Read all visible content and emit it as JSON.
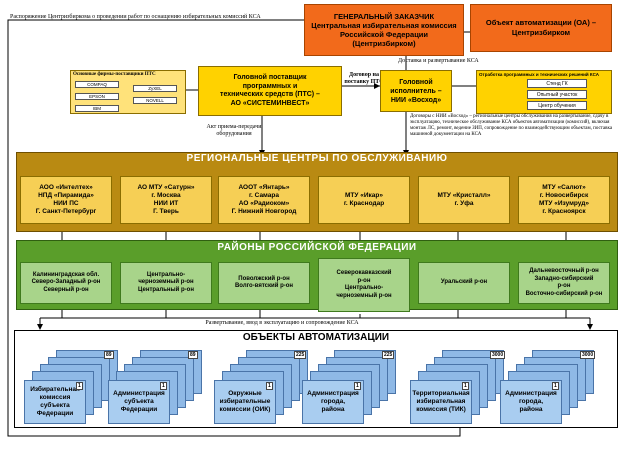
{
  "customer": {
    "label": "ГЕНЕРАЛЬНЫЙ ЗАКАЗЧИК",
    "line1": "Центральная избирательная комиссия",
    "line2": "Российской Федерации",
    "line3": "(Центризбирком)"
  },
  "automation_object": {
    "line1": "Объект автоматизации (ОА) –",
    "line2": "Центризбирком"
  },
  "top_note": "Распоряжение Центризбиркома о проведении работ по оснащению избирательных комиссий КСА",
  "delivery_note": "Доставка и развертывание КСА",
  "suppliers": {
    "title": "Основные фирмы-поставщики ПТС",
    "items": [
      "COMPAQ",
      "ZyXEL",
      "EPSON",
      "NOVELL",
      "IBM"
    ]
  },
  "general_supplier": {
    "line1": "Головной поставщик",
    "line2": "программных и",
    "line3": "технических средств (ПТС) –",
    "line4": "АО «СИСТЕМИНВЕСТ»"
  },
  "contract_note": "Договор на поставку ПТС",
  "general_contractor": {
    "line1": "Головной",
    "line2": "исполнитель –",
    "line3": "НИИ «Восход»"
  },
  "testing": {
    "title": "Отработка программных и технических решений КСА",
    "items": [
      "Стенд ГК",
      "Опытный участок",
      "Центр обучения"
    ]
  },
  "transfer_note": "Акт приема-передачи оборудования",
  "contracts_note": "Договоры с НИИ «Восход» – региональные центры обслуживания на развертывание, сдачу в эксплуатацию, техническое обслуживание КСА объектов автоматизации (комиссий), включая монтаж ЛС, ремонт, ведение ЗИП, сопровождение по взаимодействующим объектам, поставка машинной документации на КСА",
  "service_centers": {
    "title": "РЕГИОНАЛЬНЫЕ   ЦЕНТРЫ   ПО ОБСЛУЖИВАНИЮ",
    "items": [
      {
        "l1": "АОО «Интелтех»",
        "l2": "НПД «Пирамида»",
        "l3": "НИИ ПС",
        "l4": "Г. Санкт-Петербург"
      },
      {
        "l1": "АО МТУ «Сатурн»",
        "l2": "г. Москва",
        "l3": "НИИ ИТ",
        "l4": "Г. Тверь"
      },
      {
        "l1": "АООТ «Янтарь»",
        "l2": "г. Самара",
        "l3": "АО «Радиоком»",
        "l4": "Г. Нижний Новгород"
      },
      {
        "l1": "МТУ «Икар»",
        "l2": "г. Краснодар",
        "l3": "",
        "l4": ""
      },
      {
        "l1": "МТУ «Кристалл»",
        "l2": "г.  Уфа",
        "l3": "",
        "l4": ""
      },
      {
        "l1": "МТУ «Салют»",
        "l2": "г. Новосибирск",
        "l3": "МТУ «Изумруд»",
        "l4": "г. Красноярск"
      }
    ]
  },
  "regions": {
    "title": "РАЙОНЫ    РОССИЙСКОЙ    ФЕДЕРАЦИИ",
    "items": [
      {
        "l1": "Калининградская обл.",
        "l2": "Северо-Западный р-он",
        "l3": "Северный р-он",
        "l4": ""
      },
      {
        "l1": "Центрально-",
        "l2": "черноземный р-он",
        "l3": "Центральный р-он",
        "l4": ""
      },
      {
        "l1": "Поволжский р-он",
        "l2": "Волго-вятский р-он",
        "l3": "",
        "l4": ""
      },
      {
        "l1": "Северокавказский",
        "l2": "р-он",
        "l3": "Центрально-",
        "l4": "черноземный р-он"
      },
      {
        "l1": "Уральский р-он",
        "l2": "",
        "l3": "",
        "l4": ""
      },
      {
        "l1": "Дальневосточный р-он",
        "l2": "Западно-сибирский",
        "l3": "р-он",
        "l4": "Восточно-сибирский р-он"
      }
    ]
  },
  "deploy_note": "Развертывание, ввод в эксплуатацию и сопровождение КСА",
  "objects": {
    "title": "ОБЪЕКТЫ АВТОМАТИЗАЦИИ",
    "items": [
      {
        "l1": "Избирательная",
        "l2": "комиссия",
        "l3": "субъекта",
        "l4": "Федерации",
        "count": "89",
        "front": "1"
      },
      {
        "l1": "Администрация",
        "l2": "субъекта",
        "l3": "Федерации",
        "l4": "",
        "count": "89",
        "front": "1"
      },
      {
        "l1": "Окружные",
        "l2": "избирательные",
        "l3": "комиссии (ОИК)",
        "l4": "",
        "count": "225",
        "front": "1"
      },
      {
        "l1": "Администрация",
        "l2": "города,",
        "l3": "района",
        "l4": "",
        "count": "225",
        "front": "1"
      },
      {
        "l1": "Территориальная",
        "l2": "избирательная",
        "l3": "комиссия (ТИК)",
        "l4": "",
        "count": "3000",
        "front": "1"
      },
      {
        "l1": "Администрация",
        "l2": "города,",
        "l3": "района",
        "l4": "",
        "count": "3000",
        "front": "1"
      }
    ]
  }
}
